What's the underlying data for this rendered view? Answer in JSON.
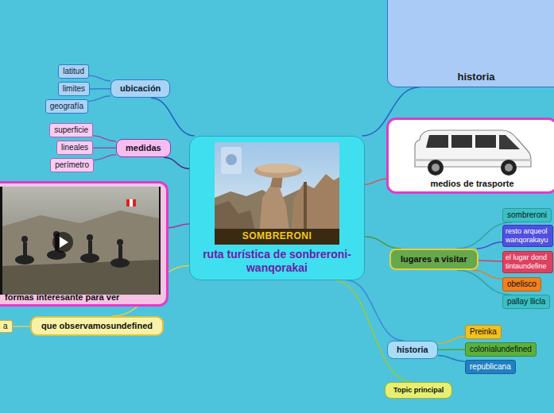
{
  "diagram": {
    "title": "ruta turística de sonbreroni-wanqorakai",
    "nodes": [
      {
        "text": [
          "historia"
        ]
      },
      {
        "text": [
          "ubicación"
        ]
      },
      {
        "text": [
          "latitud"
        ]
      },
      {
        "text": [
          "limites"
        ]
      },
      {
        "text": [
          "geografía"
        ]
      },
      {
        "text": [
          "medidas"
        ]
      },
      {
        "text": [
          "superficie"
        ]
      },
      {
        "text": [
          "lineales"
        ]
      },
      {
        "text": [
          "perímetro"
        ]
      },
      {
        "text": [
          "medios de trasporte"
        ]
      },
      {
        "text": [
          "ruta turística de sonbreroni-wanqorakai"
        ]
      },
      {
        "text": [
          "formas interesante para ver"
        ]
      },
      {
        "text": [
          "lugares a visitar"
        ]
      },
      {
        "text": [
          "sombreroni"
        ]
      },
      {
        "text": [
          "resto arqueol wanqorakayu"
        ]
      },
      {
        "text": [
          "el lugar dond tintaundefine"
        ]
      },
      {
        "text": [
          "obelisco"
        ]
      },
      {
        "text": [
          "pallay llicla"
        ]
      },
      {
        "text": [
          "que observamosundefined"
        ]
      },
      {
        "text": [
          "a"
        ]
      },
      {
        "text": [
          "historia"
        ]
      },
      {
        "text": [
          "Preinka"
        ]
      },
      {
        "text": [
          "colonialundefined"
        ]
      },
      {
        "text": [
          "republicana"
        ]
      },
      {
        "text": [
          "Topic principal"
        ]
      }
    ],
    "edges": [
      {
        "from": 10,
        "to": 0,
        "arrow": "none"
      },
      {
        "from": 10,
        "to": 1,
        "arrow": "none"
      },
      {
        "from": 1,
        "to": 2,
        "arrow": "none"
      },
      {
        "from": 1,
        "to": 3,
        "arrow": "none"
      },
      {
        "from": 1,
        "to": 4,
        "arrow": "none"
      },
      {
        "from": 10,
        "to": 5,
        "arrow": "none"
      },
      {
        "from": 5,
        "to": 6,
        "arrow": "none"
      },
      {
        "from": 5,
        "to": 7,
        "arrow": "none"
      },
      {
        "from": 5,
        "to": 8,
        "arrow": "none"
      },
      {
        "from": 10,
        "to": 9,
        "arrow": "none"
      },
      {
        "from": 10,
        "to": 11,
        "arrow": "none"
      },
      {
        "from": 10,
        "to": 12,
        "arrow": "none"
      },
      {
        "from": 12,
        "to": 13,
        "arrow": "none"
      },
      {
        "from": 12,
        "to": 14,
        "arrow": "none"
      },
      {
        "from": 12,
        "to": 15,
        "arrow": "none"
      },
      {
        "from": 12,
        "to": 16,
        "arrow": "none"
      },
      {
        "from": 12,
        "to": 17,
        "arrow": "none"
      },
      {
        "from": 10,
        "to": 18,
        "arrow": "none"
      },
      {
        "from": 18,
        "to": 19,
        "arrow": "none"
      },
      {
        "from": 10,
        "to": 20,
        "arrow": "none"
      },
      {
        "from": 20,
        "to": 21,
        "arrow": "none"
      },
      {
        "from": 20,
        "to": 22,
        "arrow": "none"
      },
      {
        "from": 20,
        "to": 23,
        "arrow": "none"
      },
      {
        "from": 10,
        "to": 24,
        "arrow": "none"
      }
    ],
    "labels": [
      "SOMBRERONI"
    ]
  }
}
